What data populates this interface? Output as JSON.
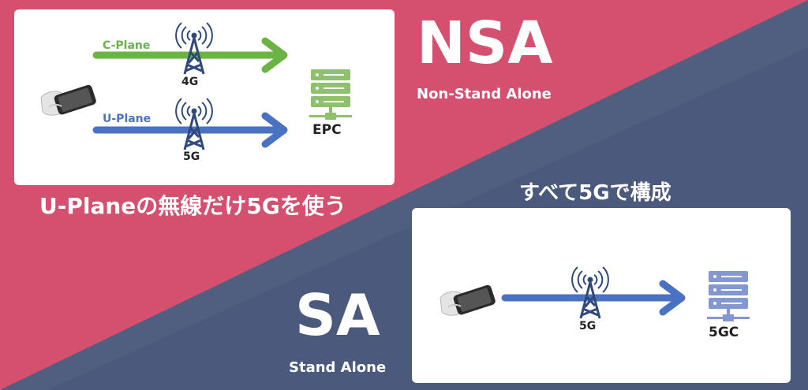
{
  "colors": {
    "pink": "#d5506f",
    "navy": "#4b5a7c",
    "green": "#6ab344",
    "blue": "#4a72c3",
    "server_green": "#8fc06d",
    "server_blue": "#8398cf",
    "tower": "#2f4a7a",
    "text_dark": "#333333"
  },
  "nsa": {
    "title": "NSA",
    "subtitle": "Non-Stand Alone",
    "caption": "U-Planeの無線だけ5Gを使う",
    "c_plane_label": "C-Plane",
    "u_plane_label": "U-Plane",
    "tower_4g": "4G",
    "tower_5g": "5G",
    "core": "EPC"
  },
  "sa": {
    "title": "SA",
    "subtitle": "Stand Alone",
    "caption": "すべて5Gで構成",
    "tower_5g": "5G",
    "core": "5GC"
  },
  "icons": {
    "phone": "smartphone-in-hand-icon",
    "tower": "radio-tower-icon",
    "server": "server-stack-icon"
  }
}
